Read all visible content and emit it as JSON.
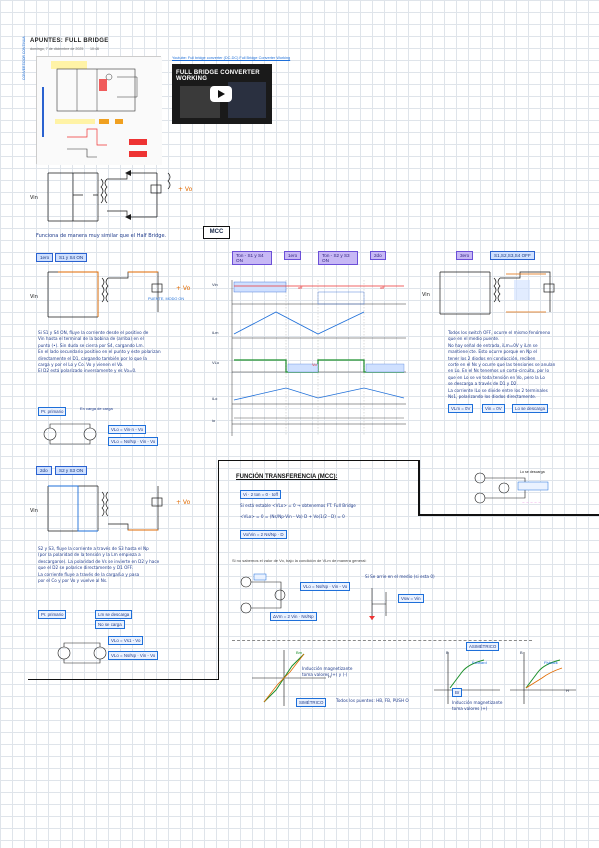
{
  "header": {
    "title": "APUNTES: FULL BRIDGE",
    "date": "domingo, 7 de diciembre de 2025",
    "time": "10:46"
  },
  "video": {
    "link_text": "Youtube: Full bridge converter (DC-DC) Full Bridge Converter Working",
    "thumb_title": "FULL BRIDGE CONVERTER WORKING"
  },
  "sidebar_label": "CONVERTIDOR CONTINUA",
  "note_function": "Funciona de manera muy similar que el Half Bridge.",
  "mcc_label": "MCC",
  "state1": {
    "badge": "1ero",
    "switches": "S1 y S4 ON",
    "label_bridge": "PUENTE, MODO ON",
    "text": [
      "Si S1 y S4 ON, fluye la corriente desde el positivo de",
      "Vin hasta el terminal de la bobina de (arriba) en el",
      "punto (•). Sin duda se cierra por S4, cargando Lm.",
      "En el lado secundario positivo en el punto y este polarizan",
      "directamente el D1, cargando también por lo que la",
      "carga y por el Lo y Co. Vo y vienen el Vo.",
      "El D2 está polarizado inversamente y es Vo=0."
    ],
    "box_primario": "Pr. primario",
    "box_carga": "En carga de carga",
    "eq1": "VLo = Vin·n - Vo",
    "eq2": "VLo = Ns/Np · Vin - Vo"
  },
  "state2": {
    "badge": "2do",
    "switches": "S2 y S3 ON",
    "text": [
      "S2 y S3, fluye la corriente a través de S3 hasta el Np",
      "(por la polaridad de la tensión y la Lm empieza a",
      "descargarse). La polaridad de Vs se invierte en D2 y hace",
      "que el D2 se polarice directamente y D1 OFF.",
      "La corriente fluye a través de la carga/Lo y pasa",
      "por el Co y por Vo y vuelve al Ns."
    ],
    "box_primario": "Pr. primario",
    "box_descarga": "Lm se descarga",
    "box_no": "No se carga",
    "eq1": "VLo = Vs1 - Vo",
    "eq2": "VLo = Ns/Np · Vin - Vo"
  },
  "waveforms": {
    "tag_on14": "Ton - S1 y S4 ON",
    "tag_on23": "Ton - S2 y S3 ON",
    "tag_1": "1ero",
    "tag_2": "2do",
    "tag_3": "3ero",
    "lbl_vin": "Vin",
    "lbl_off1": "off",
    "lbl_off2": "off",
    "lbl_ilm": "iLm",
    "lbl_vlo": "VLo",
    "lbl_vo": "Vo",
    "lbl_ilo": "iLo",
    "lbl_io": "io"
  },
  "state3": {
    "badge": "3ero",
    "switches": "S1,S2,S3,S4 OFF",
    "text": [
      "Todos los switch OFF, ocurre el mismo fenómeno",
      "que en el medio puente.",
      "No hay señal de entrada, iLm=0V y iLm se",
      "mantiene cte. Esto ocurre porque en Np el",
      "tener los 2 diodos en conducción, reciben",
      "corte en el Ns y ocurre que las tensiones se anulan",
      "en Lo. En el Ns tenemos un corto-circuito, por lo",
      "que en Lo se ve toda tensión en Vo, pero la Lo",
      "se descarga a través de D1 y D2.",
      "La corriente ILo se divide entre los 2 terminales",
      "Ns1, polarizando los diodos directamente."
    ],
    "box1": "VLm = 0V",
    "box2": "Vin = 0V",
    "box3": "Lo se descarga",
    "circuit_label": "Lo se descarga"
  },
  "transfer": {
    "title": "FUNCIÓN TRANSFERENCIA (MCC):",
    "l1": "Vi · 2 ton = 0 · toff",
    "l2": "Si está estable <VLo> = 0 → obtenemos FT. Full Bridge",
    "l3": "<VLo> = 0 = (Ns/Np·Vin - Vo) D + Vo(1/2 - D) = 0",
    "l4": "Vo/Vin = 2 Ns/Np · D",
    "note": "Si no sabemos el valor de Vo, bajo la condición de VLm de manera general:",
    "eq_vlo": "VLo = Ns/Np · Vin - Vo",
    "eq_sw": "Si Se arrie en el medio (si esta 0)",
    "eq_vsw": "Vsw = Vin",
    "eq_delta": "ΔVm = 2 Vin · Ns/Np"
  },
  "curves": {
    "lbl_bm": "Bm",
    "lbl_sim": "SIMÉTRICO",
    "lbl_h": "H",
    "lbl_note1": "Inducción magnetizante toma valores (+) y (-)",
    "lbl_note_sim": "Todos los puentes: HB, FB, PUSH O",
    "lbl_asim": "ASIMÉTRICO",
    "lbl_forward": "Forward",
    "lbl_flyback": "Flyback",
    "lbl_br": "Br",
    "lbl_note2": "Inducción magnetizante toma valores (+)",
    "lbl_b": "B"
  }
}
